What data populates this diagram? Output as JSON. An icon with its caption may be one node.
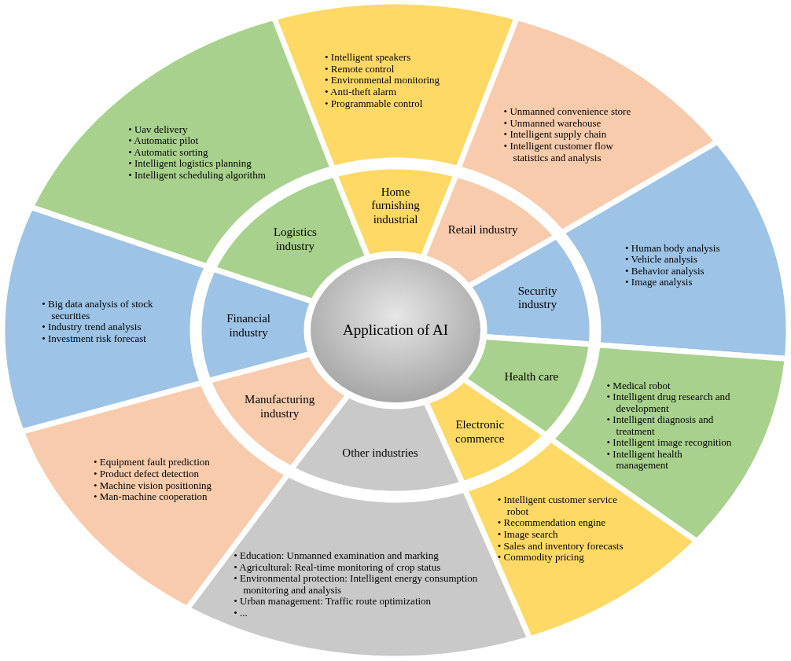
{
  "diagram": {
    "nodes": [
      {
        "text": [
          "Application of AI"
        ]
      },
      {
        "text": [
          "Home furnishing industrial"
        ]
      },
      {
        "text": [
          "Retail industry"
        ]
      },
      {
        "text": [
          "Security industry"
        ]
      },
      {
        "text": [
          "Health care"
        ]
      },
      {
        "text": [
          "Electronic commerce"
        ]
      },
      {
        "text": [
          "Other industries"
        ]
      },
      {
        "text": [
          "Manufacturing industry"
        ]
      },
      {
        "text": [
          "Financial industry"
        ]
      },
      {
        "text": [
          "Logistics industry"
        ]
      },
      {
        "text": [
          "• Intelligent speakers",
          "• Remote control",
          "• Environmental monitoring",
          "• Anti-theft alarm",
          "• Programmable control"
        ]
      },
      {
        "text": [
          "• Unmanned convenience store",
          "• Unmanned warehouse",
          "• Intelligent supply chain",
          "• Intelligent customer flow statistics and analysis"
        ]
      },
      {
        "text": [
          "• Human body analysis",
          "• Vehicle analysis",
          "• Behavior analysis",
          "• Image analysis"
        ]
      },
      {
        "text": [
          "• Medical robot",
          "• Intelligent drug research and development",
          "• Intelligent diagnosis and treatment",
          "• Intelligent image recognition",
          "• Intelligent health management"
        ]
      },
      {
        "text": [
          "• Intelligent customer service robot",
          "• Recommendation engine",
          "• Image search",
          "• Sales and inventory forecasts",
          "• Commodity pricing"
        ]
      },
      {
        "text": [
          "• Education: Unmanned examination and marking",
          "• Agricultural: Real-time monitoring of crop status",
          "• Environmental protection: Intelligent energy consumption monitoring and analysis",
          "• Urban management: Traffic route optimization",
          "• ..."
        ]
      },
      {
        "text": [
          "• Equipment fault prediction",
          "• Product defect detection",
          "• Machine vision positioning",
          "• Man-machine cooperation"
        ]
      },
      {
        "text": [
          "• Big data analysis of stock securities",
          "• Industry trend analysis",
          "• Investment risk forecast"
        ]
      },
      {
        "text": [
          "• Uav delivery",
          "• Automatic pilot",
          "• Automatic sorting",
          "• Intelligent logistics planning",
          "• Intelligent scheduling algorithm"
        ]
      }
    ]
  }
}
